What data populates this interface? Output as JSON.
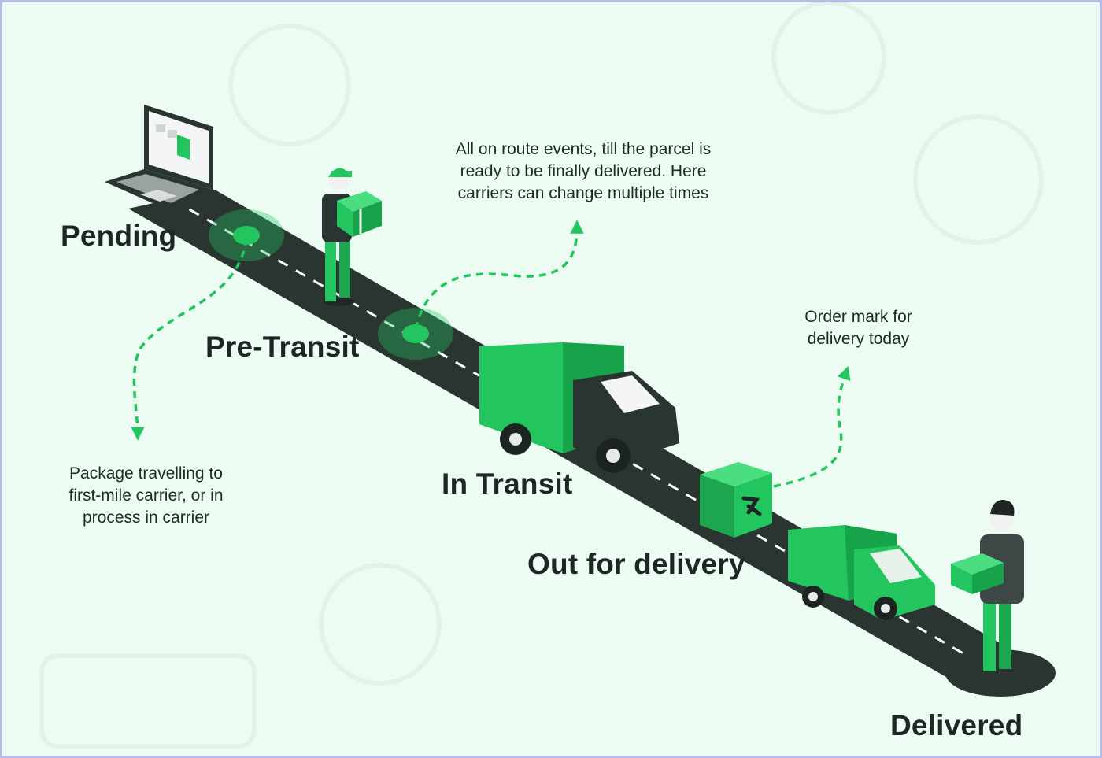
{
  "stages": [
    {
      "id": "pending",
      "label": "Pending"
    },
    {
      "id": "pre-transit",
      "label": "Pre-Transit"
    },
    {
      "id": "in-transit",
      "label": "In Transit"
    },
    {
      "id": "out-for-delivery",
      "label": "Out for delivery"
    },
    {
      "id": "delivered",
      "label": "Delivered"
    }
  ],
  "notes": {
    "pre_transit": [
      "Package travelling to",
      "first-mile carrier, or in",
      "process in carrier"
    ],
    "in_transit": [
      "All on route events, till the parcel is",
      "ready to be finally delivered. Here",
      "carriers can change multiple times"
    ],
    "out_for_delivery": [
      "Order mark for",
      "delivery today"
    ]
  },
  "colors": {
    "background": "#ecfcf2",
    "border": "#b7bde8",
    "road": "#2a3532",
    "accent_green": "#22c55e",
    "dark_green": "#16a34a",
    "text": "#1d2624"
  },
  "icons": [
    "laptop-icon",
    "courier-icon",
    "truck-icon",
    "parcel-box-icon",
    "van-icon",
    "recipient-icon"
  ]
}
